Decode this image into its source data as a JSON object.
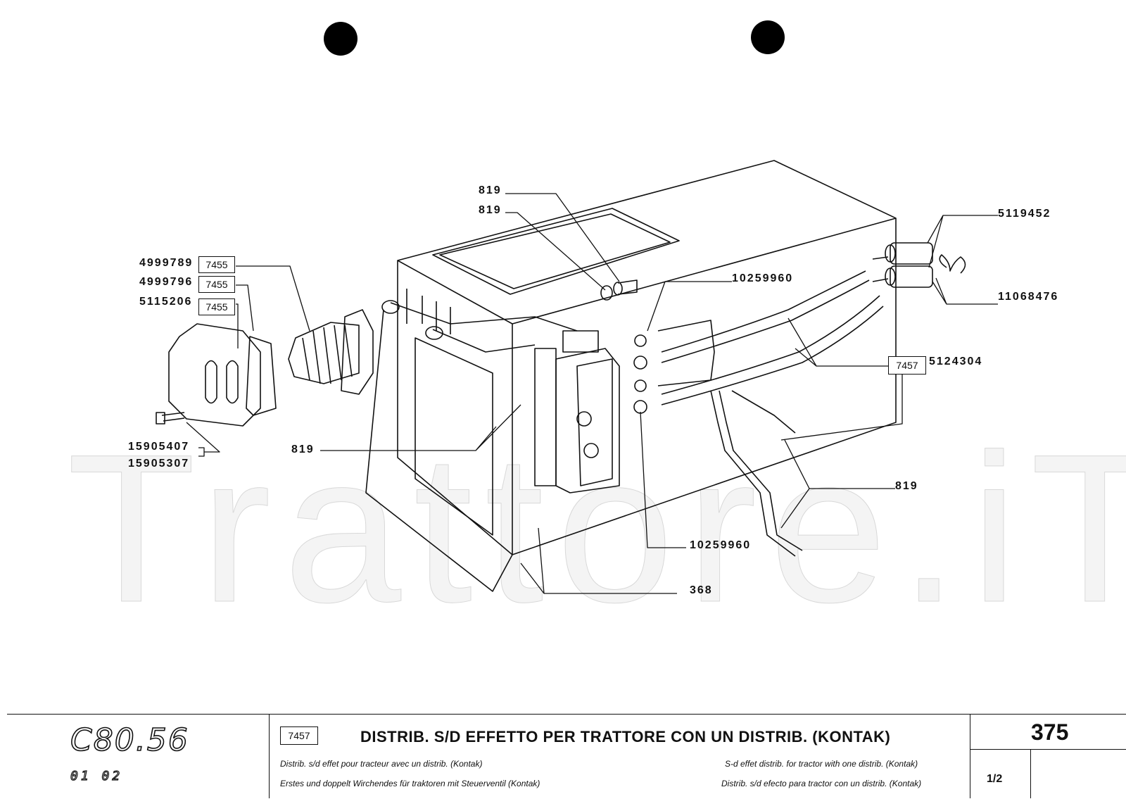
{
  "watermark": "Trattore.iT",
  "labels": {
    "p819_top1": "819",
    "p819_top2": "819",
    "p4999789": "4999789",
    "p4999796": "4999796",
    "p5115206": "5115206",
    "p10259960_top": "10259960",
    "p5119452": "5119452",
    "p11068476": "11068476",
    "p5124304": "5124304",
    "p15905407": "15905407",
    "p15905307": "15905307",
    "p819_mid": "819",
    "p819_right": "819",
    "p10259960_bot": "10259960",
    "p368": "368"
  },
  "boxes": {
    "b7455_1": "7455",
    "b7455_2": "7455",
    "b7455_3": "7455",
    "b7457": "7457"
  },
  "footer": {
    "logo": "C80.56",
    "logo_sub": "01 02",
    "ref_box": "7457",
    "title": "DISTRIB. S/D EFFETTO PER TRATTORE CON UN DISTRIB. (KONTAK)",
    "desc_fr": "Distrib. s/d effet pour tracteur avec un distrib. (Kontak)",
    "desc_en": "S-d effet distrib. for tractor with one distrib. (Kontak)",
    "desc_de": "Erstes und doppelt Wirchendes für traktoren mit Steuerventil (Kontak)",
    "desc_es": "Distrib. s/d efecto para tractor con un distrib. (Kontak)",
    "page_number": "375",
    "sheet": "1/2"
  }
}
